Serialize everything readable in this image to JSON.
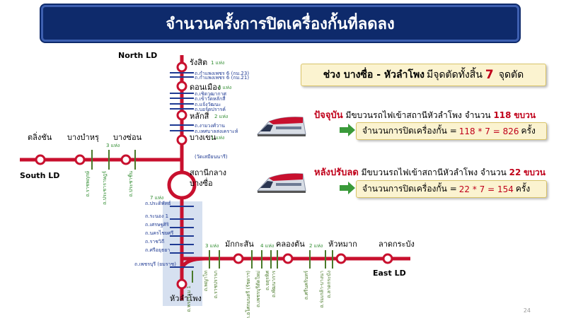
{
  "title": "จำนวนครั้งการปิดเครื่องกั้นที่ลดลง",
  "colors": {
    "track": "#c8102e",
    "title_bg": "#0e2a6b",
    "crossing": "#1f3a93",
    "count_text": "#2e8b2e",
    "callout_bg": "#fbf3d0",
    "highlight_box": "#d6e0f0"
  },
  "map": {
    "north_label": "North LD",
    "south_label": "South LD",
    "east_label": "East LD",
    "north_stations": [
      {
        "name": "รังสิต",
        "count": "1 แห่ง"
      },
      {
        "name": "ดอนเมือง",
        "count": "4 แห่ง"
      },
      {
        "name": "หลักสี่",
        "count": "2 แห่ง"
      },
      {
        "name": "บางเขน",
        "count": "1 แห่ง"
      }
    ],
    "north_crossings": [
      "ถ.กำแพงเพชร 6 (กม.23)",
      "ถ.กำแพงเพชร 6 (กม.21)",
      "ถ.เชิดวุฒากาศ",
      "ถ.เข้าวัดหลักสี่",
      "ถ.แจ้งวัฒนะ",
      "ถ.บอร์ดปรารค์",
      "ถ.งามวงศ์วาน",
      "ถ.เทศบาลสงเคราะห์",
      "(วัดเสมียนนารี)"
    ],
    "central_station": "สถานีกลาง\nบางซื่อ",
    "west_stations": [
      "ตลิ่งชัน",
      "บางบำหรุ",
      "บางซ่อน"
    ],
    "west_count": "3 แห่ง",
    "west_crossings": [
      "ถ.ราชพฤกษ์",
      "ถ.ประชาราษฎร์",
      "ถ.ประชาชื่น"
    ],
    "south_count": "7 แห่ง",
    "south_crossings": [
      "ถ.ประดิพัทธ์",
      "ถ.ระนอง 1",
      "ถ.เศรษฐศิริ",
      "ถ.นครไชยศรี",
      "ถ.ราชวิถี",
      "ถ.ศรีอยุธยา",
      "ถ.เพชรบุรี (ยมราช)"
    ],
    "terminal_station": "หัวลำโพง",
    "terminal_crossing": "ถ.พระราม 1",
    "east_stations": [
      "มักกะสัน",
      "คลองตัน",
      "หัวหมาก",
      "ลาดกระบัง"
    ],
    "east_counts": [
      "3 แห่ง",
      "4 แห่ง",
      "2 แห่ง"
    ],
    "east_crossings": [
      "ถ.พญาไท",
      "ถ.ราชปรารภ",
      "ถ.อโศกมนตรี (รัชดาฯ)",
      "ถ.เพชรบุรีตัดใหม่",
      "ถ.จตุรทิศ",
      "ถ.พัฒนาการ",
      "ถ.ศรีนครินทร์",
      "ถ.ร่มเกล้า-บางนา",
      "ถ.ลาดกระบัง"
    ]
  },
  "callout": {
    "prefix": "ช่วง บางซื่อ - หัวลำโพง",
    "middle": "มีจุดตัดทั้งสิ้น",
    "count": "7",
    "suffix": "จุดตัด"
  },
  "current": {
    "label": "ปัจจุบัน",
    "text": "มีขบวนรถไฟเข้าสถานีหัวลำโพง จำนวน",
    "trains": "118",
    "unit": "ขบวน",
    "calc_label": "จำนวนการปิดเครื่องกั้น =",
    "calc_value": "118 * 7 = 826",
    "calc_unit": "ครั้ง"
  },
  "after": {
    "label": "หลังปรับลด",
    "text": "มีขบวนรถไฟเข้าสถานีหัวลำโพง จำนวน",
    "trains": "22",
    "unit": "ขบวน",
    "calc_label": "จำนวนการปิดเครื่องกั้น =",
    "calc_value": "22 * 7 = 154",
    "calc_unit": "ครั้ง"
  },
  "page_number": "24"
}
